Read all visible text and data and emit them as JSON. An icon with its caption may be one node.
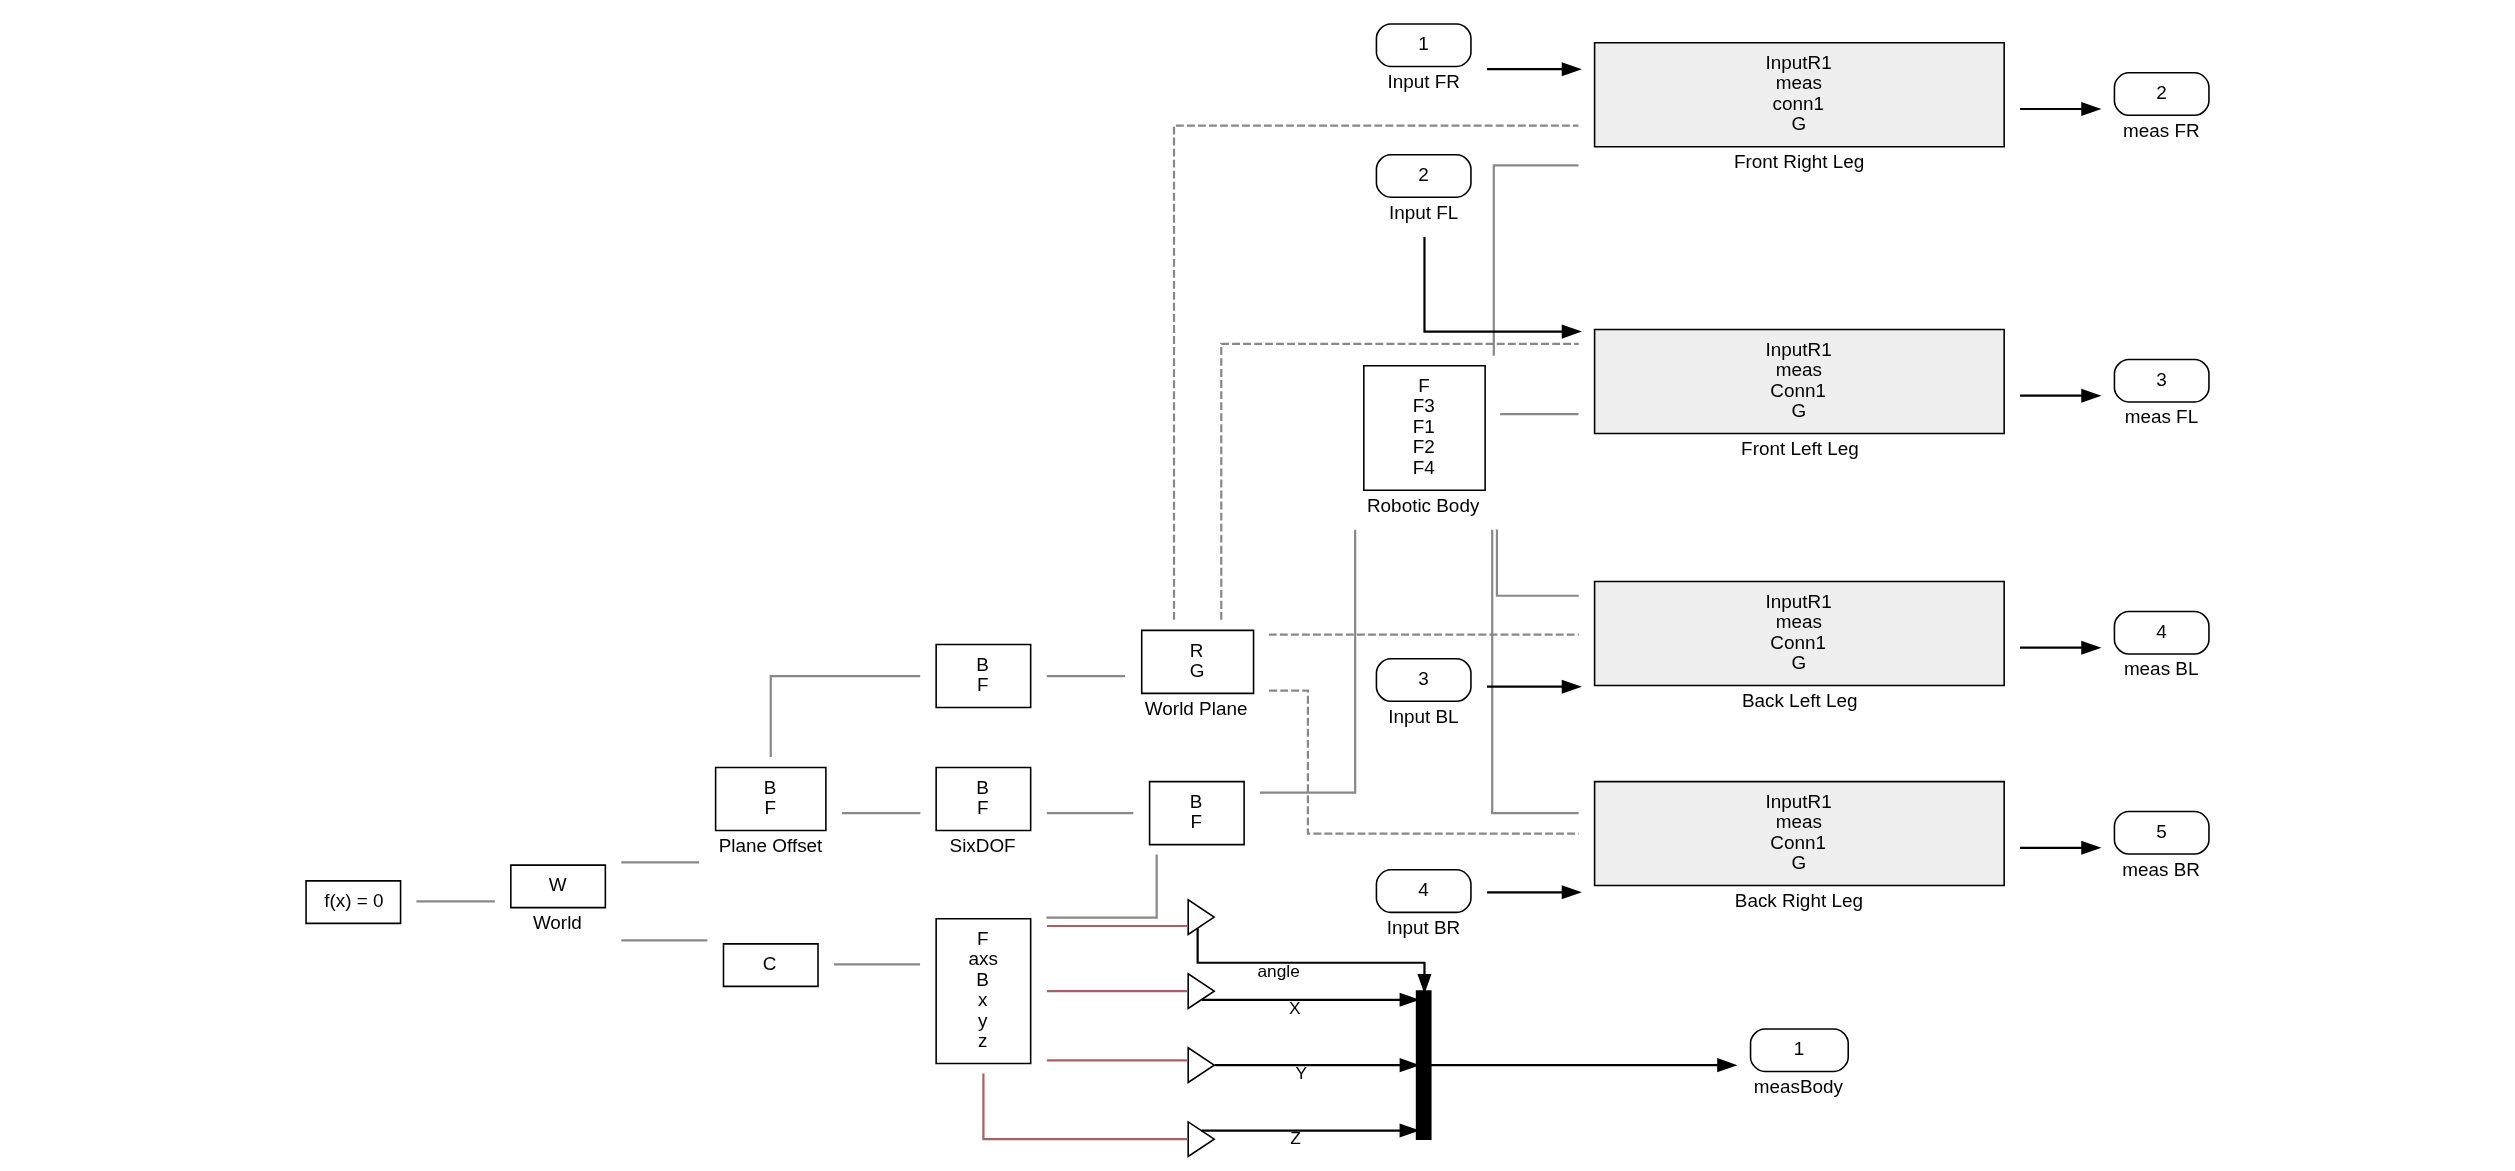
{
  "diagram": {
    "nodes": [
      {
        "text": [
          "f(x) = 0"
        ]
      },
      {
        "text": [
          "W"
        ],
        "beside": [
          "World"
        ]
      },
      {
        "text": [
          "C"
        ]
      },
      {
        "text": [
          "B",
          "F"
        ],
        "beside": [
          "Plane Offset"
        ]
      },
      {
        "text": [
          "B",
          "F"
        ]
      },
      {
        "text": [
          "R",
          "G"
        ],
        "beside": [
          "World Plane"
        ]
      },
      {
        "text": [
          "B",
          "F"
        ],
        "beside": [
          "SixDOF"
        ]
      },
      {
        "text": [
          "B",
          "F"
        ]
      },
      {
        "text": [
          "F",
          "axs",
          "B",
          "x",
          "y",
          "z"
        ]
      },
      {
        "text": [],
        "shape": "triangle"
      },
      {
        "text": [],
        "shape": "triangle"
      },
      {
        "text": [],
        "shape": "triangle"
      },
      {
        "text": [],
        "shape": "triangle"
      },
      {
        "text": [],
        "shape": "bar"
      },
      {
        "text": [
          "1"
        ],
        "beside": [
          "measBody"
        ]
      },
      {
        "text": [
          "F",
          "F3",
          "F1",
          "F2",
          "F4"
        ],
        "beside": [
          "Robotic Body"
        ]
      },
      {
        "text": [
          "1"
        ],
        "beside": [
          "Input FR"
        ]
      },
      {
        "text": [
          "InputR1",
          "meas",
          "conn1",
          "G"
        ],
        "beside": [
          "Front Right Leg"
        ]
      },
      {
        "text": [
          "2"
        ],
        "beside": [
          "meas FR"
        ]
      },
      {
        "text": [
          "2"
        ],
        "beside": [
          "Input FL"
        ]
      },
      {
        "text": [
          "InputR1",
          "meas",
          "Conn1",
          "G"
        ],
        "beside": [
          "Front Left Leg"
        ]
      },
      {
        "text": [
          "3"
        ],
        "beside": [
          "meas FL"
        ]
      },
      {
        "text": [
          "3"
        ],
        "beside": [
          "Input BL"
        ]
      },
      {
        "text": [
          "InputR1",
          "meas",
          "Conn1",
          "G"
        ],
        "beside": [
          "Back Left Leg"
        ]
      },
      {
        "text": [
          "4"
        ],
        "beside": [
          "meas BL"
        ]
      },
      {
        "text": [
          "4"
        ],
        "beside": [
          "Input BR"
        ]
      },
      {
        "text": [
          "InputR1",
          "meas",
          "Conn1",
          "G"
        ],
        "beside": [
          "Back Right Leg"
        ]
      },
      {
        "text": [
          "5"
        ],
        "beside": [
          "meas BR"
        ]
      }
    ],
    "edges": [
      {
        "from": 0,
        "to": 1,
        "arrow": "none"
      },
      {
        "from": 1,
        "to": 2,
        "arrow": "none"
      },
      {
        "from": 1,
        "to": 3,
        "arrow": "none"
      },
      {
        "from": 2,
        "to": 8,
        "arrow": "none"
      },
      {
        "from": 3,
        "to": 4,
        "arrow": "none"
      },
      {
        "from": 3,
        "to": 6,
        "arrow": "none"
      },
      {
        "from": 4,
        "to": 5,
        "arrow": "none"
      },
      {
        "from": 6,
        "to": 7,
        "arrow": "none"
      },
      {
        "from": 8,
        "to": 7,
        "arrow": "none"
      },
      {
        "from": 8,
        "to": 9,
        "arrow": "none",
        "color": "#a86060"
      },
      {
        "from": 8,
        "to": 10,
        "arrow": "none",
        "color": "#a86060"
      },
      {
        "from": 8,
        "to": 11,
        "arrow": "none",
        "color": "#a86060"
      },
      {
        "from": 8,
        "to": 12,
        "arrow": "none",
        "color": "#a86060"
      },
      {
        "from": 9,
        "to": 13,
        "arrow": "to",
        "label": "angle",
        "color": "#000000"
      },
      {
        "from": 10,
        "to": 13,
        "arrow": "to",
        "label": "X",
        "color": "#000000"
      },
      {
        "from": 11,
        "to": 13,
        "arrow": "to",
        "label": "Y",
        "color": "#000000"
      },
      {
        "from": 12,
        "to": 13,
        "arrow": "to",
        "label": "Z",
        "color": "#000000"
      },
      {
        "from": 13,
        "to": 14,
        "arrow": "to",
        "color": "#000000"
      },
      {
        "from": 7,
        "to": 15,
        "arrow": "none"
      },
      {
        "from": 15,
        "to": 17,
        "arrow": "none"
      },
      {
        "from": 15,
        "to": 20,
        "arrow": "none"
      },
      {
        "from": 15,
        "to": 23,
        "arrow": "none"
      },
      {
        "from": 15,
        "to": 26,
        "arrow": "none"
      },
      {
        "from": 16,
        "to": 17,
        "arrow": "to",
        "color": "#000000"
      },
      {
        "from": 17,
        "to": 18,
        "arrow": "to",
        "color": "#000000"
      },
      {
        "from": 19,
        "to": 20,
        "arrow": "to",
        "color": "#000000"
      },
      {
        "from": 20,
        "to": 21,
        "arrow": "to",
        "color": "#000000"
      },
      {
        "from": 22,
        "to": 23,
        "arrow": "to",
        "color": "#000000"
      },
      {
        "from": 23,
        "to": 24,
        "arrow": "to",
        "color": "#000000"
      },
      {
        "from": 25,
        "to": 26,
        "arrow": "to",
        "color": "#000000"
      },
      {
        "from": 26,
        "to": 27,
        "arrow": "to",
        "color": "#000000"
      },
      {
        "from": 5,
        "to": 17,
        "arrow": "none",
        "style": "dashed"
      },
      {
        "from": 5,
        "to": 20,
        "arrow": "none",
        "style": "dashed"
      },
      {
        "from": 5,
        "to": 23,
        "arrow": "none",
        "style": "dashed"
      },
      {
        "from": 5,
        "to": 26,
        "arrow": "none",
        "style": "dashed"
      }
    ]
  }
}
